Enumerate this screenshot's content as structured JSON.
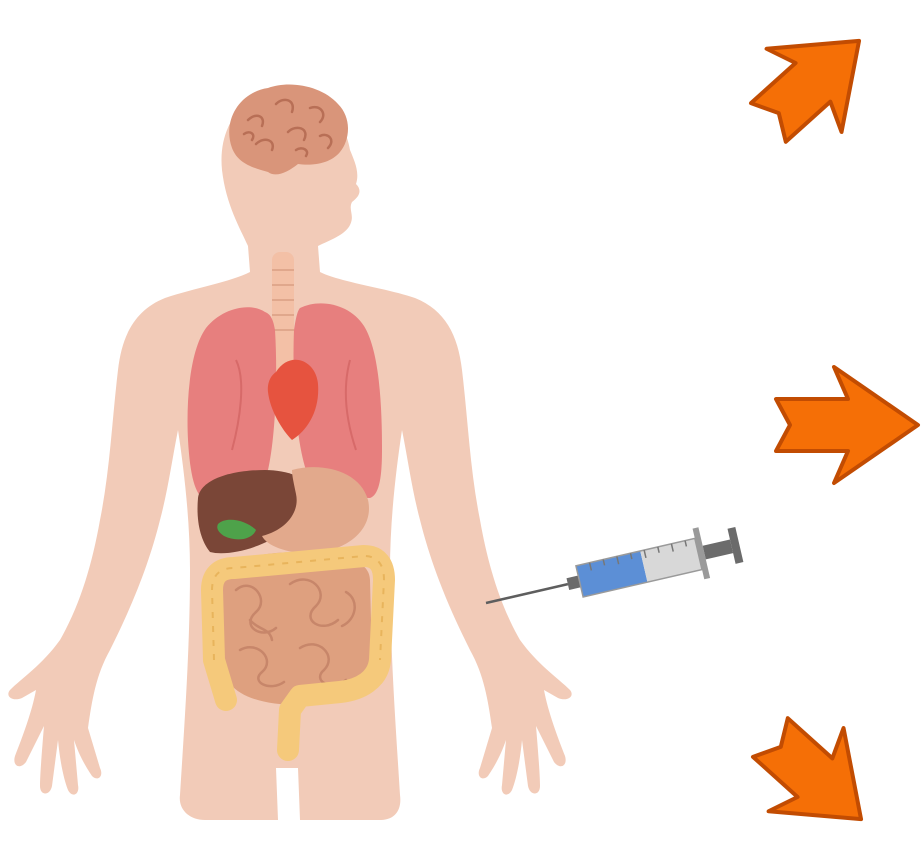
{
  "colors": {
    "background": "#ffffff",
    "skin": "#f2cbb8",
    "brain": "#d9957a",
    "lungs": "#e77f7e",
    "heart": "#e6533f",
    "liver": "#7a4637",
    "gallbladder": "#4ea24a",
    "stomach": "#e2a98c",
    "intestine_small": "#dea07f",
    "intestine_large": "#f5c97b",
    "trachea": "#f3c9b2",
    "arrow_fill": "#f56f06",
    "arrow_stroke": "#c24c02",
    "syringe_liquid": "#5c8fd6",
    "syringe_barrel": "#d8d8d8",
    "syringe_metal": "#6b6b6b"
  },
  "figure": {
    "person_icon": "human-body-organs-icon",
    "syringe_icon": "syringe-injection-icon",
    "arrows": [
      {
        "icon": "arrow-up-right-icon",
        "direction": "up-right"
      },
      {
        "icon": "arrow-right-icon",
        "direction": "right"
      },
      {
        "icon": "arrow-down-right-icon",
        "direction": "down-right"
      }
    ]
  }
}
